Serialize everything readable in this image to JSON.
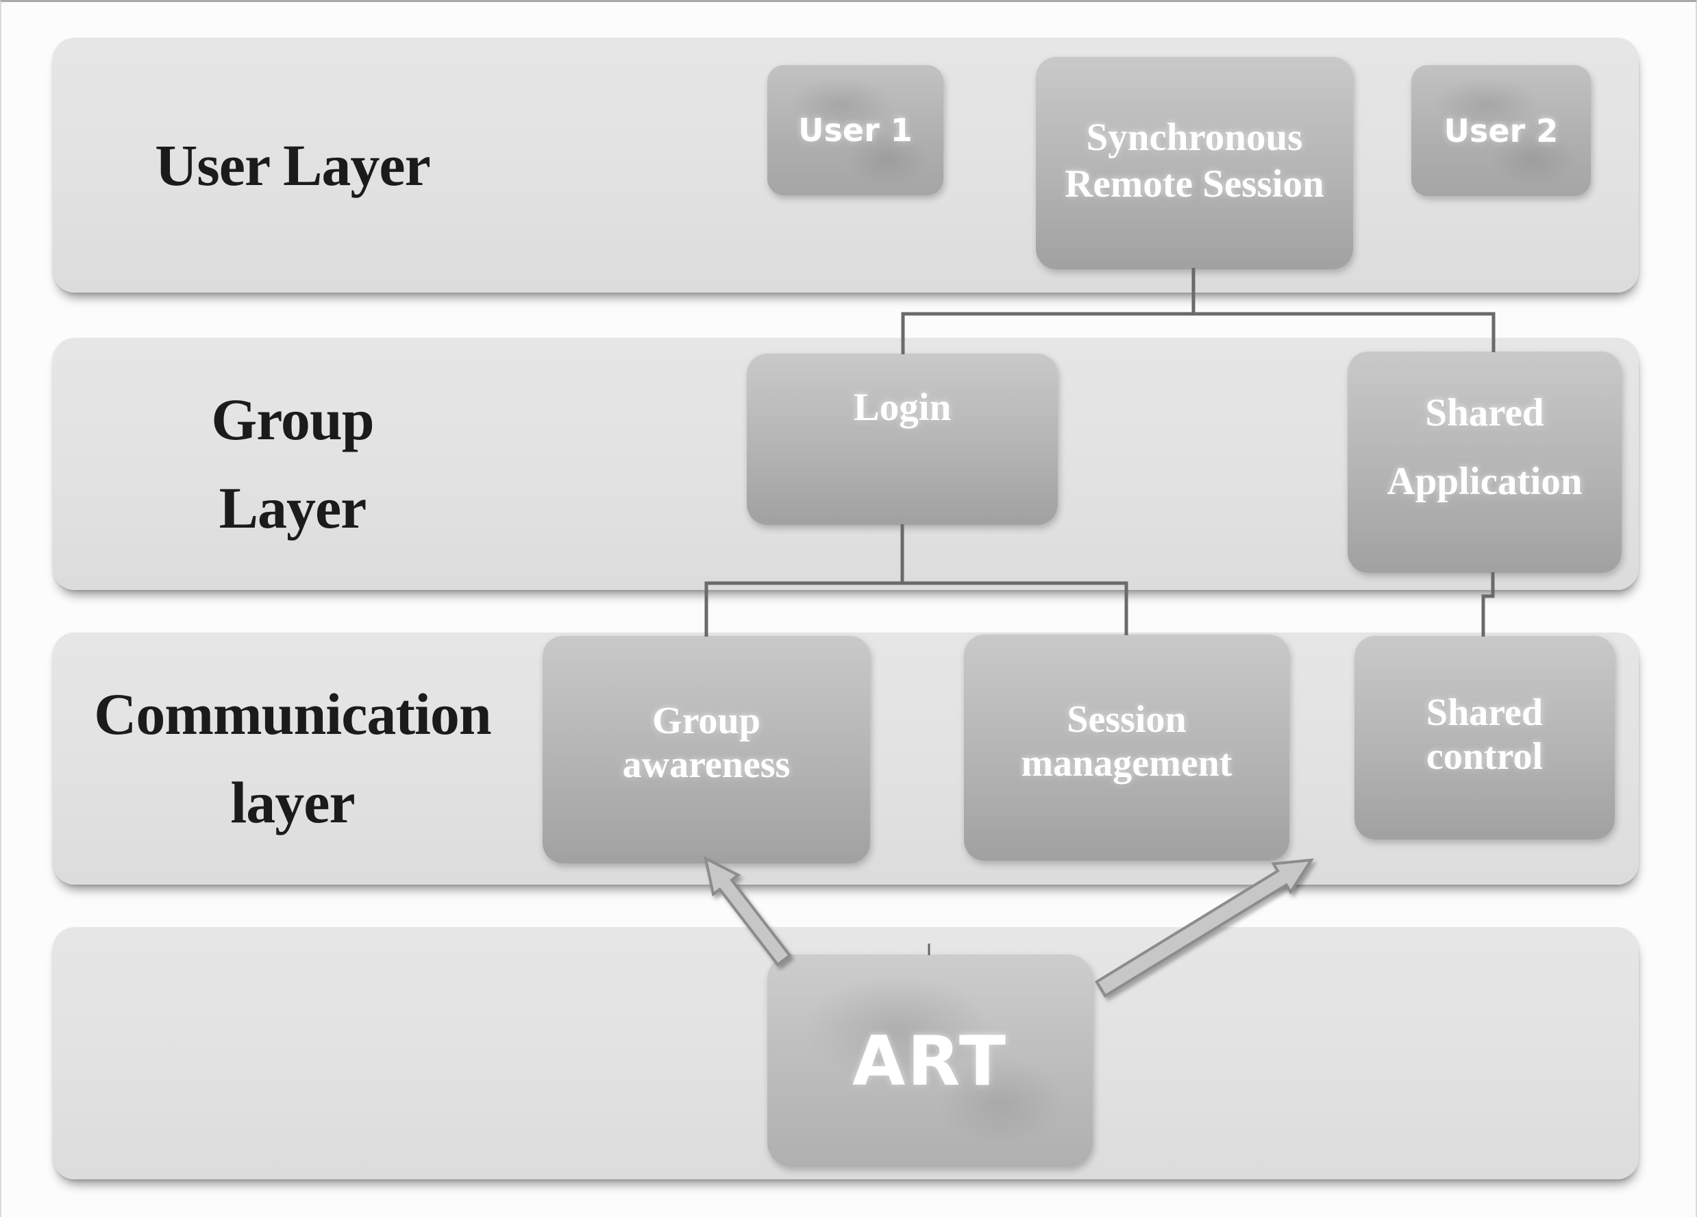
{
  "layers": [
    {
      "id": "user-layer",
      "label_lines": [
        "User Layer"
      ]
    },
    {
      "id": "group-layer",
      "label_lines": [
        "Group",
        "Layer"
      ]
    },
    {
      "id": "communication-layer",
      "label_lines": [
        "Communication",
        "layer"
      ]
    },
    {
      "id": "foundation-layer",
      "label_lines": []
    }
  ],
  "nodes": {
    "user1": {
      "label": "User 1"
    },
    "session": {
      "lines": [
        "Synchronous",
        "Remote Session"
      ]
    },
    "user2": {
      "label": "User 2"
    },
    "login": {
      "label": "Login"
    },
    "shared_application": {
      "lines": [
        "Shared",
        "Application"
      ]
    },
    "group_awareness": {
      "lines": [
        "Group",
        "awareness"
      ]
    },
    "session_management": {
      "lines": [
        "Session",
        "management"
      ]
    },
    "shared_control": {
      "lines": [
        "Shared",
        "control"
      ]
    },
    "art": {
      "label": "ART"
    }
  },
  "edges": [
    {
      "from": "Synchronous Remote Session",
      "to": "Login",
      "style": "line"
    },
    {
      "from": "Synchronous Remote Session",
      "to": "Shared Application",
      "style": "line"
    },
    {
      "from": "Login",
      "to": "Group awareness",
      "style": "line"
    },
    {
      "from": "Login",
      "to": "Session management",
      "style": "line"
    },
    {
      "from": "Shared Application",
      "to": "Shared control",
      "style": "line"
    },
    {
      "from": "ART",
      "to": "Group awareness",
      "style": "block-arrow"
    },
    {
      "from": "ART",
      "to": "Shared control",
      "style": "block-arrow"
    }
  ],
  "colors": {
    "band_fill": "#e2e2e2",
    "node_gradient_top": "#c9c9c9",
    "node_gradient_bottom": "#a1a1a1",
    "connector": "#6a6a6a",
    "arrow_fill": "#c7c7c7",
    "arrow_stroke": "#8c8c8c",
    "layer_label_text": "#1b1b1b",
    "node_text": "#ffffff",
    "background": "#fcfcfc"
  }
}
